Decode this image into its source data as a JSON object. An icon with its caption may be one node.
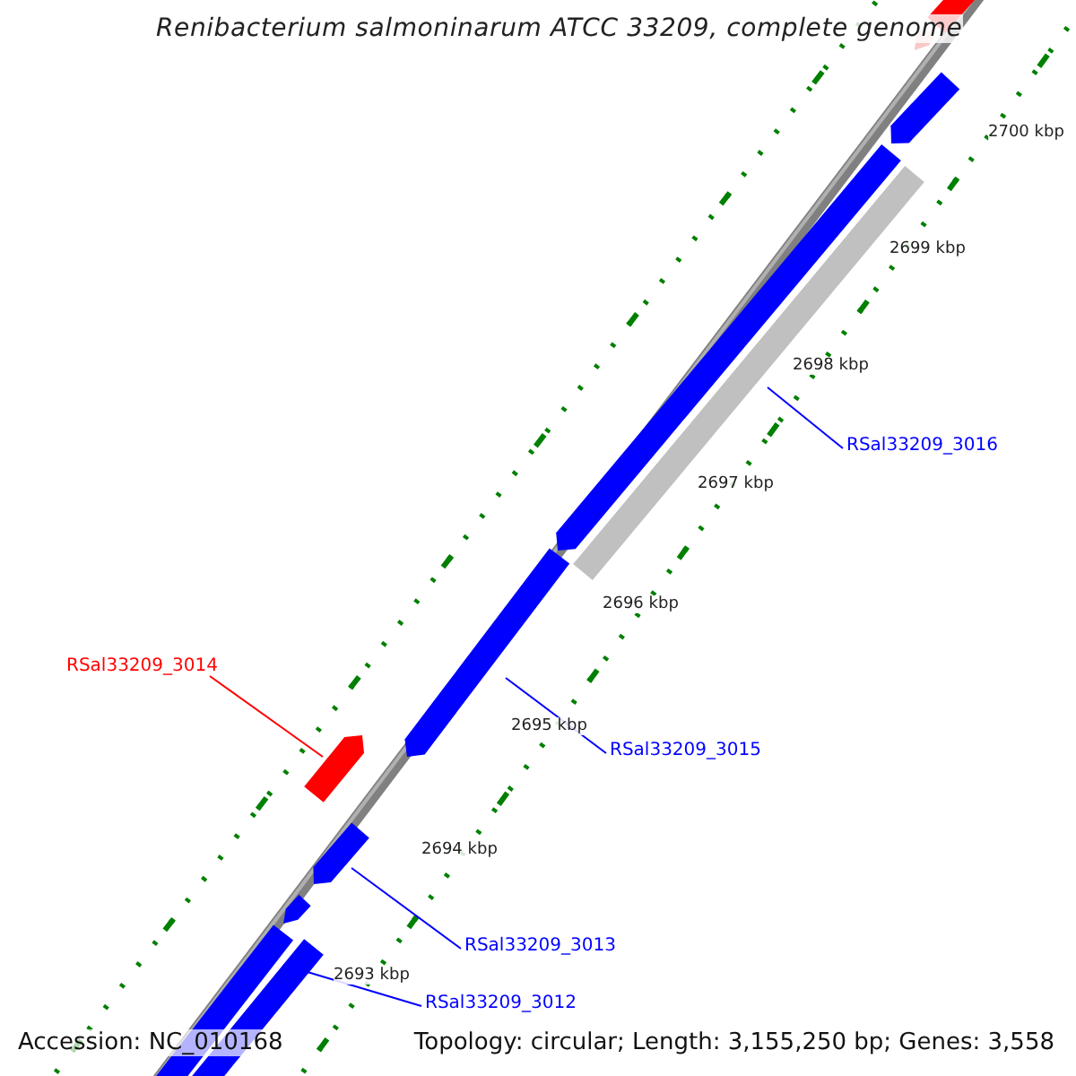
{
  "diagram": {
    "title": "Renibacterium salmoninarum ATCC 33209, complete genome",
    "nodes": [
      {
        "text": [
          "RSal33209_3014"
        ]
      },
      {
        "text": [],
        "shape": "arrow"
      },
      {
        "text": [
          "RSal33209_3016"
        ]
      },
      {
        "text": [],
        "shape": "bar"
      },
      {
        "text": [
          "RSal33209_3015"
        ]
      },
      {
        "text": [],
        "shape": "arrow"
      },
      {
        "text": [
          "RSal33209_3013"
        ]
      },
      {
        "text": [],
        "shape": "arrow"
      },
      {
        "text": [
          "RSal33209_3012"
        ]
      },
      {
        "text": [],
        "shape": "bar"
      },
      {
        "text": [],
        "shape": "bar"
      },
      {
        "text": [],
        "shape": "arrow"
      },
      {
        "text": [],
        "shape": "arrow"
      },
      {
        "text": [],
        "shape": "arrow"
      },
      {
        "text": [],
        "shape": "arrow"
      },
      {
        "text": [],
        "shape": "bar"
      }
    ],
    "edges": [
      {
        "from": 0,
        "to": 1,
        "arrow": "none",
        "color": "#ff0000"
      },
      {
        "from": 2,
        "to": 3,
        "arrow": "none"
      },
      {
        "from": 4,
        "to": 5,
        "arrow": "none"
      },
      {
        "from": 6,
        "to": 7,
        "arrow": "none"
      },
      {
        "from": 8,
        "to": 9,
        "arrow": "none"
      }
    ],
    "labels": [
      "2700 kbp",
      "2699 kbp",
      "2698 kbp",
      "2697 kbp",
      "2696 kbp",
      "2695 kbp",
      "2694 kbp",
      "2693 kbp",
      "Accession: NC_010168",
      "Topology: circular; Length: 3,155,250 bp; Genes: 3,558"
    ]
  }
}
